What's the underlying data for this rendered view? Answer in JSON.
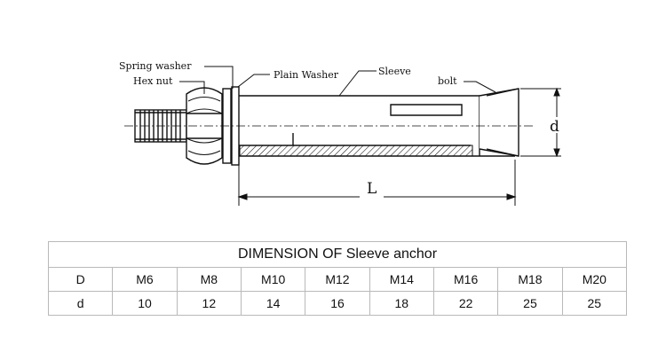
{
  "drawing": {
    "labels": {
      "spring_washer": "Spring washer",
      "hex_nut": "Hex nut",
      "plain_washer": "Plain Washer",
      "sleeve": "Sleeve",
      "bolt": "bolt",
      "dim_d": "d",
      "dim_L": "L"
    }
  },
  "table": {
    "title": "DIMENSION OF Sleeve anchor",
    "rows": [
      [
        "D",
        "M6",
        "M8",
        "M10",
        "M12",
        "M14",
        "M16",
        "M18",
        "M20"
      ],
      [
        "d",
        "10",
        "12",
        "14",
        "16",
        "18",
        "22",
        "25",
        "25"
      ]
    ]
  }
}
